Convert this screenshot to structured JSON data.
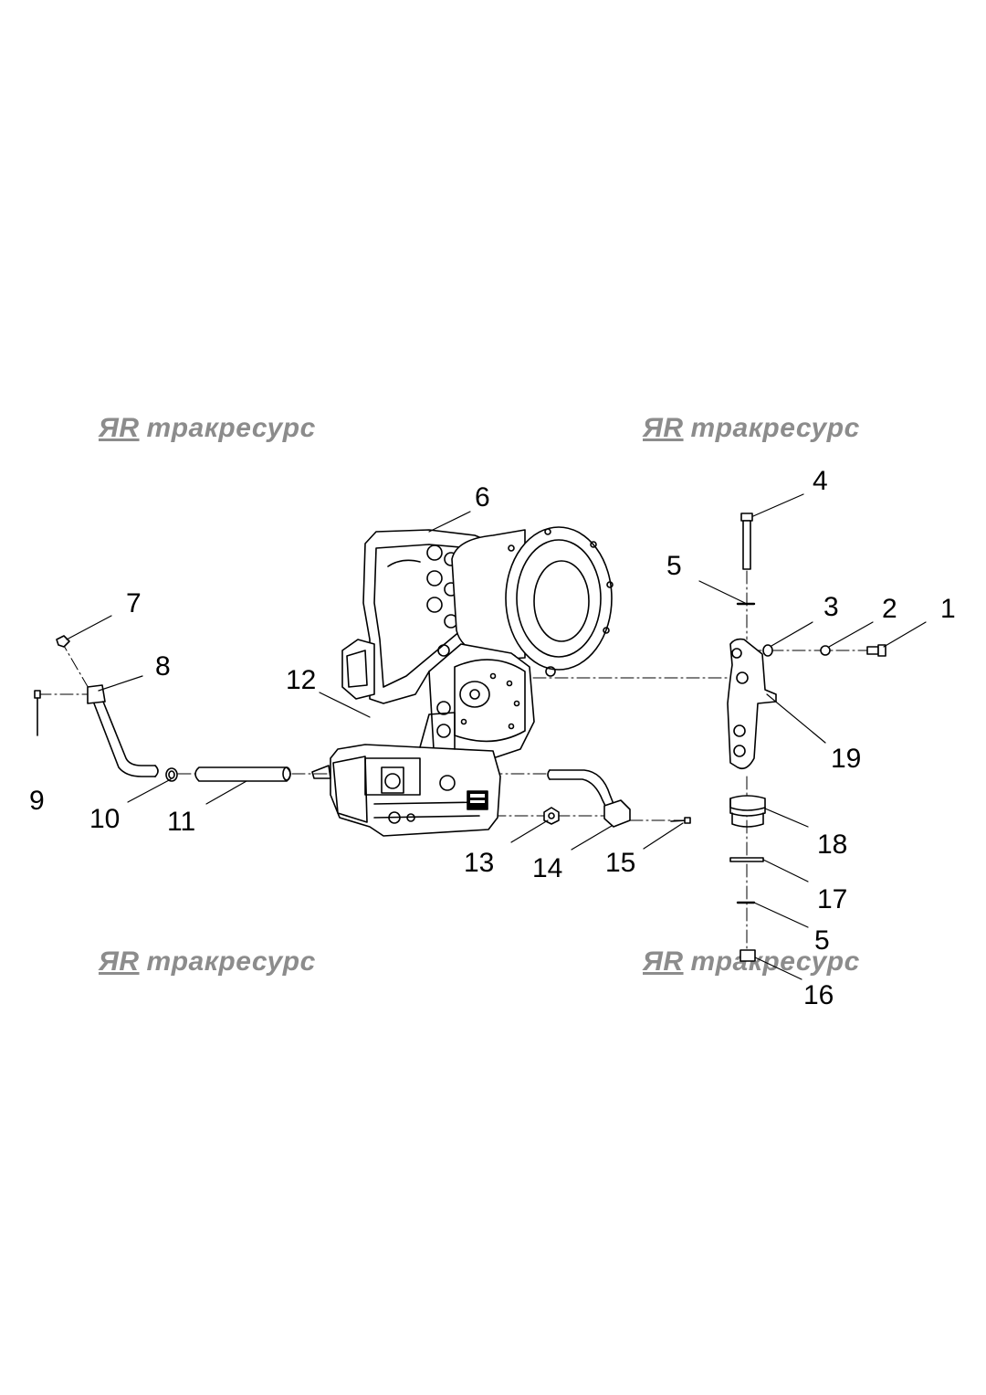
{
  "watermark": {
    "logo": "ЯR",
    "text": "тракресурс"
  },
  "callouts": [
    {
      "id": "c1",
      "text": "1"
    },
    {
      "id": "c2",
      "text": "2"
    },
    {
      "id": "c3",
      "text": "3"
    },
    {
      "id": "c4",
      "text": "4"
    },
    {
      "id": "c5a",
      "text": "5"
    },
    {
      "id": "c5b",
      "text": "5"
    },
    {
      "id": "c6",
      "text": "6"
    },
    {
      "id": "c7",
      "text": "7"
    },
    {
      "id": "c8",
      "text": "8"
    },
    {
      "id": "c9",
      "text": "9"
    },
    {
      "id": "c10",
      "text": "10"
    },
    {
      "id": "c11",
      "text": "11"
    },
    {
      "id": "c12",
      "text": "12"
    },
    {
      "id": "c13",
      "text": "13"
    },
    {
      "id": "c14",
      "text": "14"
    },
    {
      "id": "c15",
      "text": "15"
    },
    {
      "id": "c16",
      "text": "16"
    },
    {
      "id": "c17",
      "text": "17"
    },
    {
      "id": "c18",
      "text": "18"
    },
    {
      "id": "c19",
      "text": "19"
    }
  ]
}
